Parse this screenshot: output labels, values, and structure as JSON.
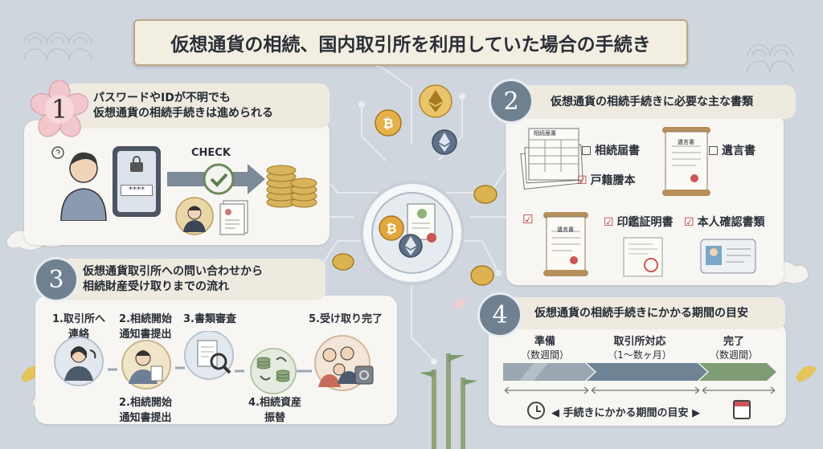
{
  "title": "仮想通貨の相続、国内取引所を利用していた場合の手続き",
  "section1": {
    "num": "1",
    "line1": "パスワードやIDが不明でも",
    "line2": "仮想通貨の相続手続きは進められる",
    "check_label": "CHECK",
    "pin": "****"
  },
  "section2": {
    "num": "2",
    "title": "仮想通貨の相続手続きに必要な主な書類",
    "doc1_heading": "相続届書",
    "doc2_heading": "遺言書",
    "doc3_heading": "遺言書",
    "items": [
      "相続届書",
      "遺言書",
      "戸籍謄本",
      "印鑑証明書",
      "本人確認書類"
    ]
  },
  "section3": {
    "num": "3",
    "line1": "仮想通貨取引所への問い合わせから",
    "line2": "相続財産受け取りまでの流れ",
    "step1": [
      "1.取引所へ",
      "連絡"
    ],
    "step2_top": [
      "2.相続開始",
      "通知書提出"
    ],
    "step3": "3.書類審査",
    "step5": "5.受け取り完了",
    "step2_bottom": [
      "2.相続開始",
      "通知書提出"
    ],
    "step4": [
      "4.相続資産",
      "振替"
    ]
  },
  "section4": {
    "num": "4",
    "title": "仮想通貨の相続手続きにかかる期間の目安",
    "phases": [
      {
        "name": "準備",
        "sub": "（数週間）"
      },
      {
        "name": "取引所対応",
        "sub": "（1〜数ヶ月）"
      },
      {
        "name": "完了",
        "sub": "（数週間）"
      }
    ],
    "caption": "手続きにかかる期間の目安"
  },
  "colors": {
    "background": "#cfd6de",
    "panel": "#f7f6f3",
    "badge": "#6f8091",
    "phase1": "#9aa6b0",
    "phase2": "#6e8494",
    "phase3": "#7f9d74"
  }
}
